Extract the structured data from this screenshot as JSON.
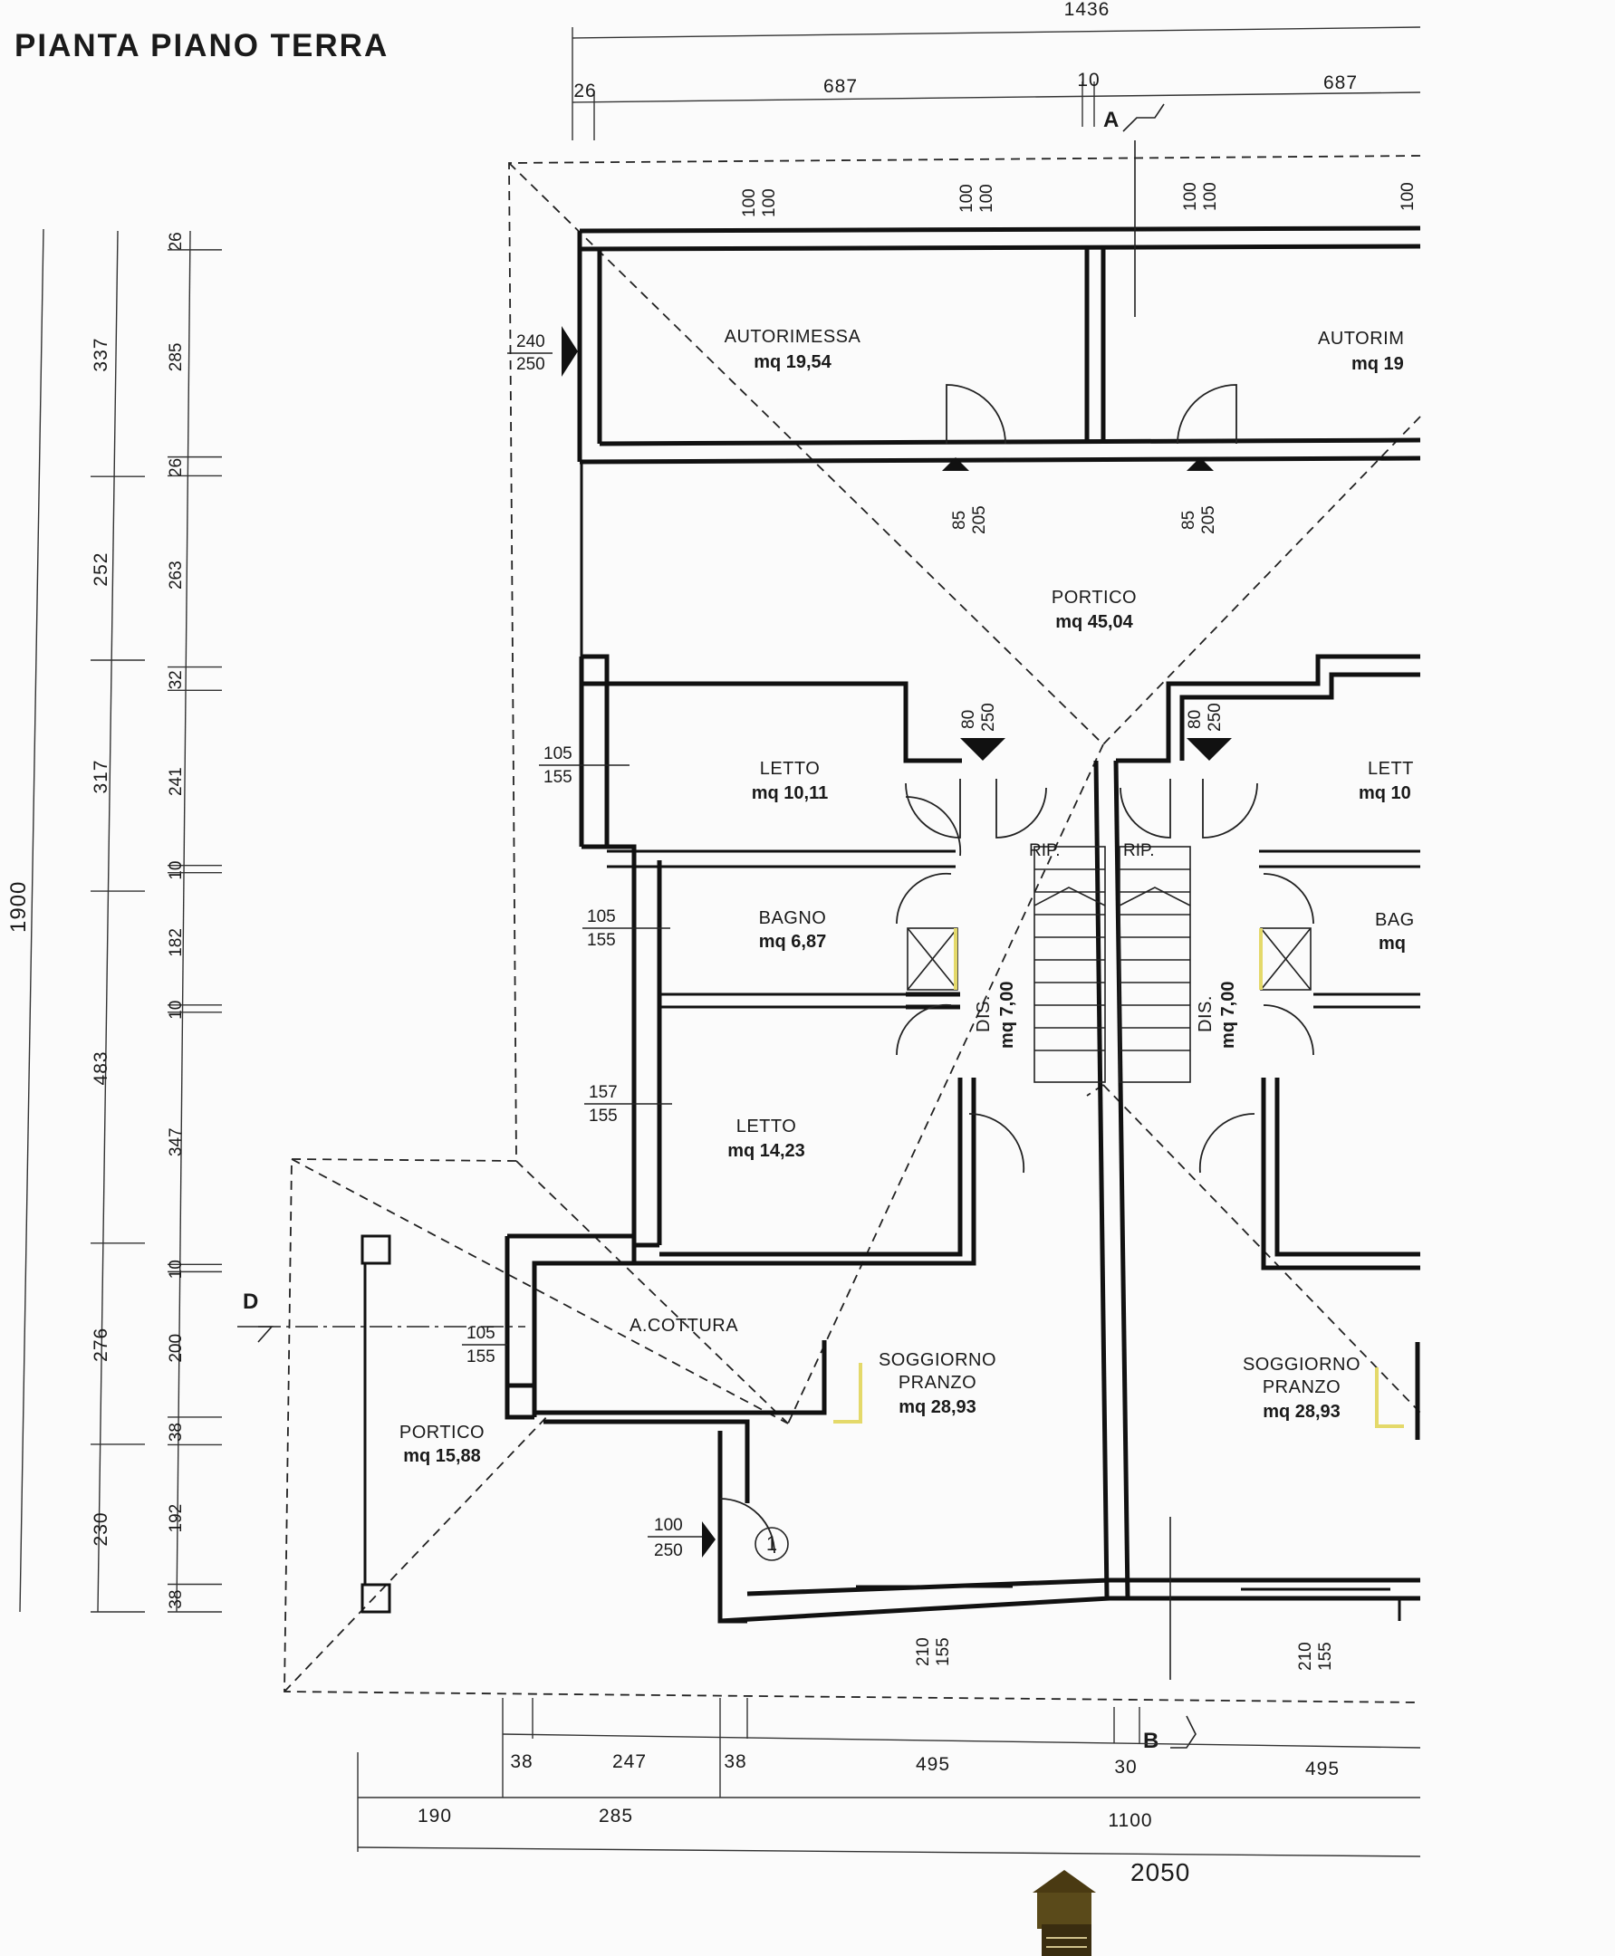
{
  "title": "PIANTA PIANO TERRA",
  "rooms": {
    "autorimessa_left": {
      "name": "AUTORIMESSA",
      "area": "mq 19,54"
    },
    "autorimessa_right": {
      "name": "AUTORIM",
      "area": "mq 19"
    },
    "portico_top": {
      "name": "PORTICO",
      "area": "mq 45,04"
    },
    "letto1": {
      "name": "LETTO",
      "area": "mq 10,11"
    },
    "letto_right": {
      "name": "LETT",
      "area": "mq 10"
    },
    "bagno": {
      "name": "BAGNO",
      "area": "mq 6,87"
    },
    "bagno_right": {
      "name": "BAG",
      "area": "mq"
    },
    "dis_left": {
      "name": "DIS.",
      "area": "mq 7,00"
    },
    "dis_right": {
      "name": "DIS.",
      "area": "mq 7,00"
    },
    "rip_left": {
      "name": "RIP."
    },
    "rip_right": {
      "name": "RIP."
    },
    "letto2": {
      "name": "LETTO",
      "area": "mq 14,23"
    },
    "cottura": {
      "name": "A.COTTURA"
    },
    "soggiorno_left": {
      "name1": "SOGGIORNO",
      "name2": "PRANZO",
      "area": "mq 28,93"
    },
    "soggiorno_right": {
      "name1": "SOGGIORNO",
      "name2": "PRANZO",
      "area": "mq 28,93"
    },
    "portico_left": {
      "name": "PORTICO",
      "area": "mq 15,88"
    }
  },
  "section_marks": {
    "a": "A",
    "b": "B",
    "d": "D"
  },
  "entrance_number": "1",
  "dims_top": {
    "total": "1436",
    "d1": "26",
    "d2": "687",
    "d3": "10",
    "d4": "687"
  },
  "dims_bottom": {
    "b1": "38",
    "b2": "247",
    "b3": "38",
    "b4": "495",
    "b5": "30",
    "b6": "495",
    "c1": "190",
    "c2": "285",
    "c3": "1100",
    "total": "2050"
  },
  "dims_left": {
    "total": "1900",
    "outer": [
      "337",
      "252",
      "317",
      "483",
      "276",
      "230"
    ],
    "inner": [
      "26",
      "285",
      "26",
      "263",
      "32",
      "241",
      "10",
      "182",
      "10",
      "347",
      "10",
      "200",
      "38",
      "192",
      "38"
    ]
  },
  "window_labels": {
    "w_top1": [
      "100",
      "100"
    ],
    "w_top2": [
      "100",
      "100"
    ],
    "w_top3": [
      "100",
      "100"
    ],
    "w_top4": [
      "100"
    ],
    "garage_door": [
      "240",
      "250"
    ],
    "door_garage1": [
      "85",
      "205"
    ],
    "door_garage2": [
      "85",
      "205"
    ],
    "door_entry1": [
      "80",
      "250"
    ],
    "door_entry2": [
      "80",
      "250"
    ],
    "w_letto1": [
      "105",
      "155"
    ],
    "w_bagno": [
      "105",
      "155"
    ],
    "w_letto2": [
      "157",
      "155"
    ],
    "w_cottura": [
      "105",
      "155"
    ],
    "entry_door": [
      "100",
      "250"
    ],
    "w_sogg1": [
      "210",
      "155"
    ],
    "w_sogg2": [
      "210",
      "155"
    ]
  }
}
